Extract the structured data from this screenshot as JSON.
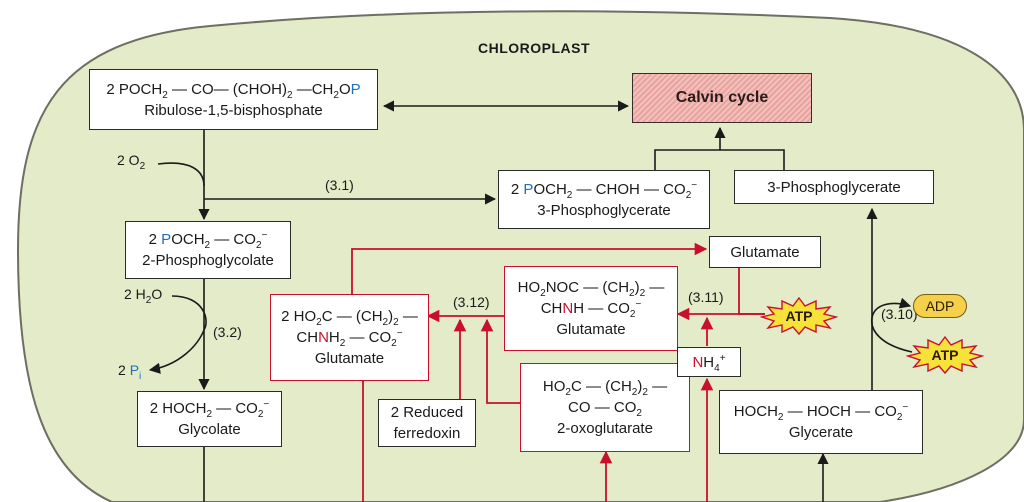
{
  "title": "CHLOROPLAST",
  "boxes": {
    "ribulose": {
      "coef": "2 POCH",
      "sub1": "2",
      "mid": " — CO— (CHOH)",
      "sub2": "2",
      "tail": " —CH",
      "sub3": "2",
      "o": "O",
      "p": "P",
      "name": "Ribulose-1,5-bisphosphate"
    },
    "calvin": "Calvin cycle",
    "pga1": {
      "coef": "2 ",
      "p": "P",
      "formula": "OCH",
      "sub1": "2",
      "mid": " — CHOH — CO",
      "sub2": "2",
      "sup": "−",
      "name": "3-Phosphoglycerate"
    },
    "pga2": "3-Phosphoglycerate",
    "phosphoglycolate": {
      "coef": "2 ",
      "p": "P",
      "formula": "OCH",
      "sub1": "2",
      "mid": " — CO",
      "sub2": "2",
      "sup": "−",
      "name": "2-Phosphoglycolate"
    },
    "glycolate": {
      "formula": "2 HOCH",
      "sub1": "2",
      "mid": " — CO",
      "sub2": "2",
      "sup": "−",
      "name": "Glycolate"
    },
    "glutamate_left": {
      "l1a": "2 HO",
      "l1s1": "2",
      "l1b": "C — (CH",
      "l1s2": "2",
      "l1c": ")",
      "l1s3": "2",
      "l1d": " —",
      "l2a": "CH",
      "l2n": "N",
      "l2b": "H",
      "l2s1": "2",
      "l2c": " — CO",
      "l2s2": "2",
      "l2sup": "−",
      "name": "Glutamate"
    },
    "glutamine": {
      "l1a": "HO",
      "l1s1": "2",
      "l1b": "NOC — (CH",
      "l1s2": "2",
      "l1c": ")",
      "l1s3": "2",
      "l1d": " —",
      "l2a": "CH",
      "l2n": "N",
      "l2b": "H — CO",
      "l2s": "2",
      "l2sup": "−",
      "name": "Glutamate"
    },
    "glutamate_top": "Glutamate",
    "oxoglutarate": {
      "l1a": "HO",
      "l1s1": "2",
      "l1b": "C — (CH",
      "l1s2": "2",
      "l1c": ")",
      "l1s3": "2",
      "l1d": " —",
      "l2a": "CO — CO",
      "l2s": "2",
      "name": "2-oxoglutarate"
    },
    "ferredoxin": {
      "l1": "2 Reduced",
      "l2": "ferredoxin"
    },
    "ammonium": {
      "n": "N",
      "h": "H",
      "sub": "4",
      "sup": "+"
    },
    "glycerate": {
      "formula": "HOCH",
      "sub1": "2",
      "mid": " — HOCH — CO",
      "sub2": "2",
      "sup": "−",
      "name": "Glycerate"
    }
  },
  "labels": {
    "o2": {
      "text": "2 O",
      "sub": "2"
    },
    "h2o": {
      "text": "2 H",
      "sub": "2",
      "tail": "O"
    },
    "pi": {
      "text": "2 ",
      "p": "P",
      "sub": "i"
    },
    "r31": "(3.1)",
    "r32": "(3.2)",
    "r310": "(3.10)",
    "r311": "(3.11)",
    "r312": "(3.12)"
  },
  "energy": {
    "adp": "ADP",
    "atp_glutamine": "ATP",
    "atp_glycerate": "ATP"
  },
  "colors": {
    "chloroplast_fill": "#e3ebc9",
    "chloroplast_border": "#6e6e62",
    "red_arrow": "#c8102e",
    "black_arrow": "#1a1a1a",
    "atp_fill": "#f7e23a",
    "adp_fill": "#f5d04a"
  }
}
